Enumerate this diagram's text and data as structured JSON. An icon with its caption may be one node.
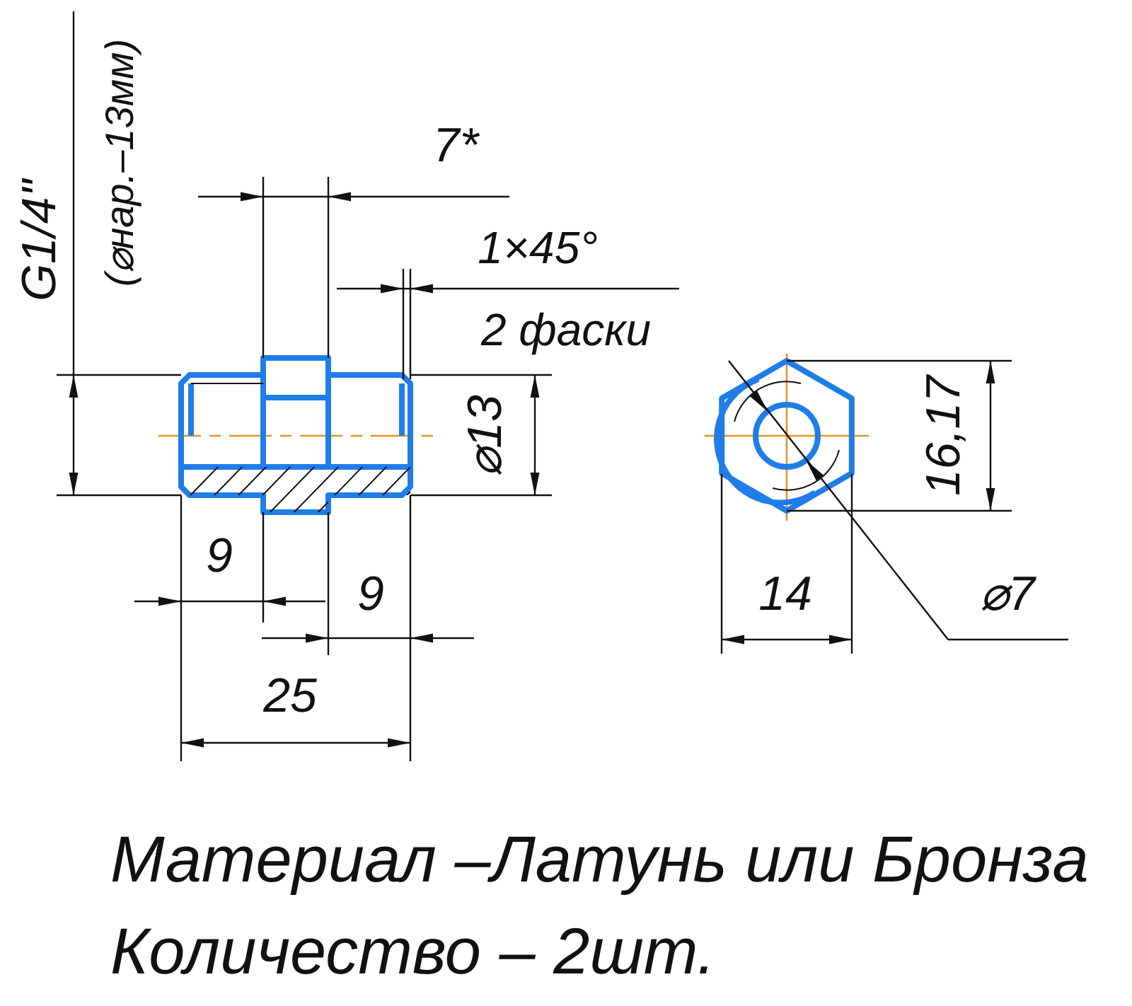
{
  "diagram": {
    "labels": [
      "G1/4\"",
      "(⌀нар.–13мм)",
      "7*",
      "1×45°",
      "2 фаски",
      "⌀13",
      "9",
      "9",
      "25",
      "16,17",
      "14",
      "⌀7",
      "Материал –Латунь или Бронза",
      "Количество – 2шт."
    ]
  }
}
